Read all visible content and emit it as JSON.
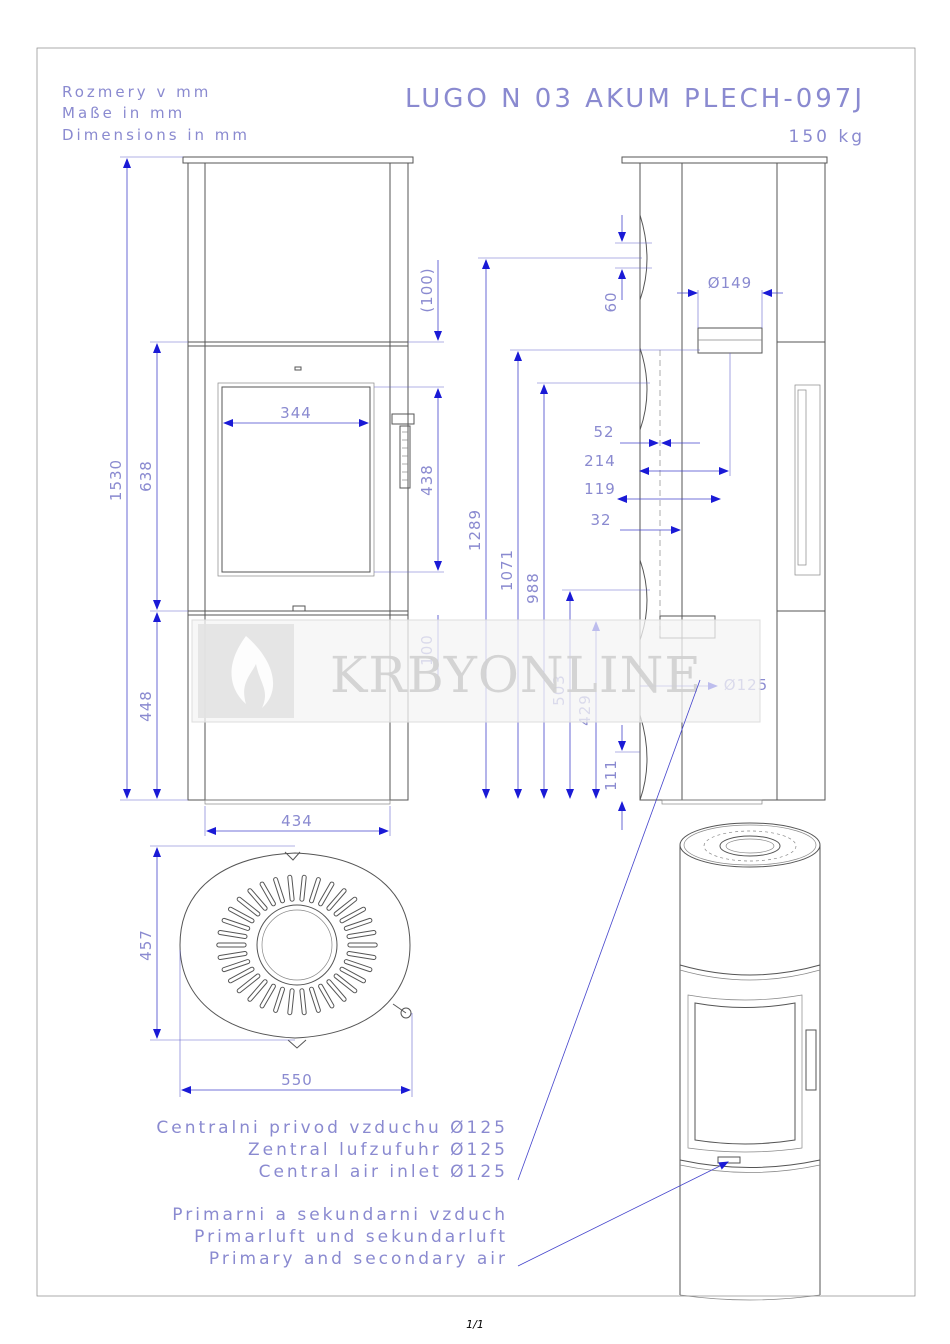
{
  "header": {
    "dim_lines": [
      "Rozmery v mm",
      "Maße in mm",
      "Dimensions in mm"
    ],
    "title": "LUGO N 03 AKUM PLECH-097J",
    "weight": "150 kg"
  },
  "front_view": {
    "total_height": "1530",
    "upper_height": "638",
    "lower_height": "448",
    "window_width": "344",
    "window_height": "438",
    "top_offset": "(100)",
    "side_offset": "100",
    "base_width": "434"
  },
  "side_view": {
    "h_1289": "1289",
    "h_1071": "1071",
    "h_988": "988",
    "h_503": "503",
    "h_429": "429",
    "h_111": "111",
    "d_60": "60",
    "d_149": "Ø149",
    "d_52": "52",
    "d_214": "214",
    "d_119": "119",
    "d_32": "32",
    "d_125": "Ø125"
  },
  "top_view": {
    "depth": "457",
    "width": "550"
  },
  "watermark": "KRBYONLINE",
  "notes": {
    "central_air": [
      "Centralni privod vzduchu Ø125",
      "Zentral lufzufuhr Ø125",
      "Central air inlet Ø125"
    ],
    "primary_air": [
      "Primarni a sekundarni vzduch",
      "Primarluft und sekundarluft",
      "Primary and secondary air"
    ]
  },
  "footer": {
    "page": "1/1"
  }
}
